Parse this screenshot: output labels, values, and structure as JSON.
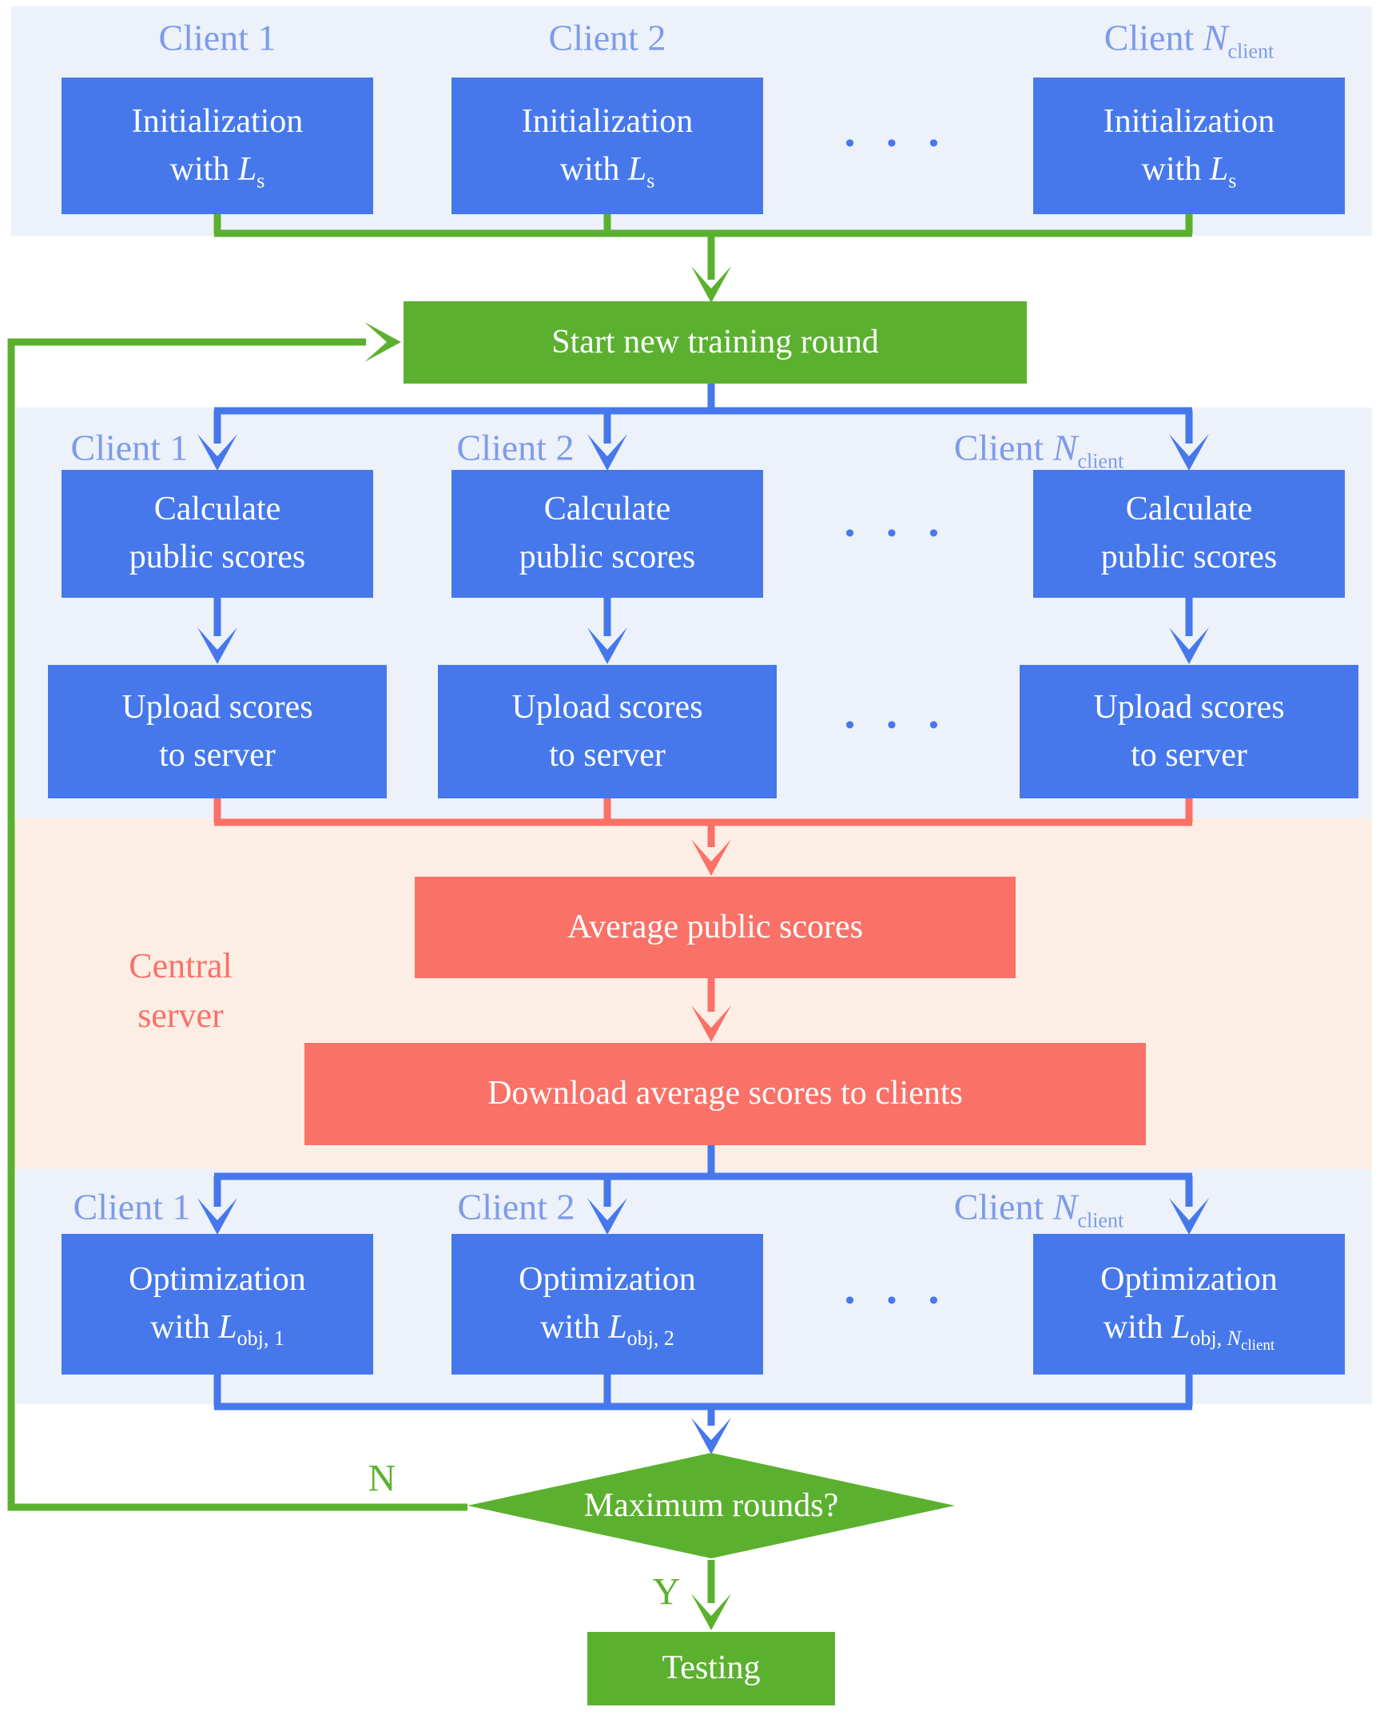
{
  "colors": {
    "box_blue": "#4678EC",
    "green": "#5BB12F",
    "salmon": "#FA7168",
    "panel_blue": "#ECF1FA",
    "panel_peach": "#FCEEE5",
    "client_label_blue": "#7D9BE8"
  },
  "client_labels": {
    "c1": {
      "prefix": "Client 1",
      "var": "",
      "sub": ""
    },
    "c2": {
      "prefix": "Client 2",
      "var": "",
      "sub": ""
    },
    "cn": {
      "prefix": "Client ",
      "var": "N",
      "sub": "client"
    }
  },
  "ellipsis": "• • •",
  "init_box": {
    "line1": "Initialization",
    "line2_prefix": "with ",
    "var": "L",
    "sub": "s"
  },
  "start_box": {
    "label": "Start new training round"
  },
  "calc_box": {
    "line1": "Calculate",
    "line2": "public scores"
  },
  "upload_box": {
    "line1": "Upload scores",
    "line2": "to server"
  },
  "server": {
    "label_line1": "Central",
    "label_line2": "server",
    "average_box": "Average public scores",
    "download_box": "Download average scores to clients"
  },
  "opt_box": {
    "line1": "Optimization",
    "line2_prefix": "with ",
    "var": "L",
    "subs": {
      "c1": {
        "pre": "obj, 1",
        "var": "",
        "sub": ""
      },
      "c2": {
        "pre": "obj, 2",
        "var": "",
        "sub": ""
      },
      "cn": {
        "pre": "obj, ",
        "var": "N",
        "sub": "client"
      }
    }
  },
  "decision": {
    "label": "Maximum rounds?",
    "no_label": "N",
    "yes_label": "Y"
  },
  "testing_box": {
    "label": "Testing"
  }
}
